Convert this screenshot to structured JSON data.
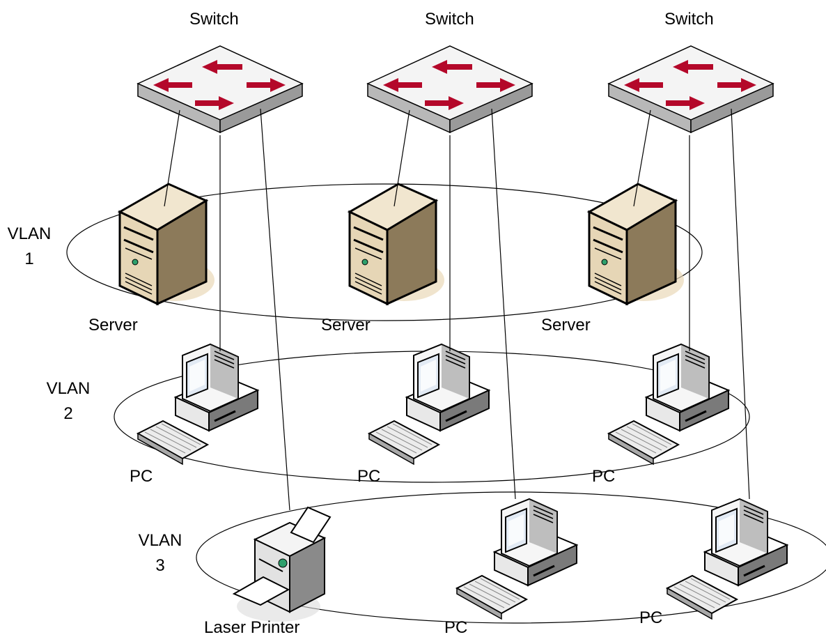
{
  "switch_label": "Switch",
  "server_label": "Server",
  "pc_label": "PC",
  "printer_label": "Laser Printer",
  "vlans": [
    {
      "line1": "VLAN",
      "line2": "1"
    },
    {
      "line1": "VLAN",
      "line2": "2"
    },
    {
      "line1": "VLAN",
      "line2": "3"
    }
  ],
  "colors": {
    "arrow": "#b4082a",
    "switch_top": "#f3f3f3",
    "server_body": "#e8dcc0",
    "pc_body": "#f0f0f0",
    "line": "#000000"
  }
}
